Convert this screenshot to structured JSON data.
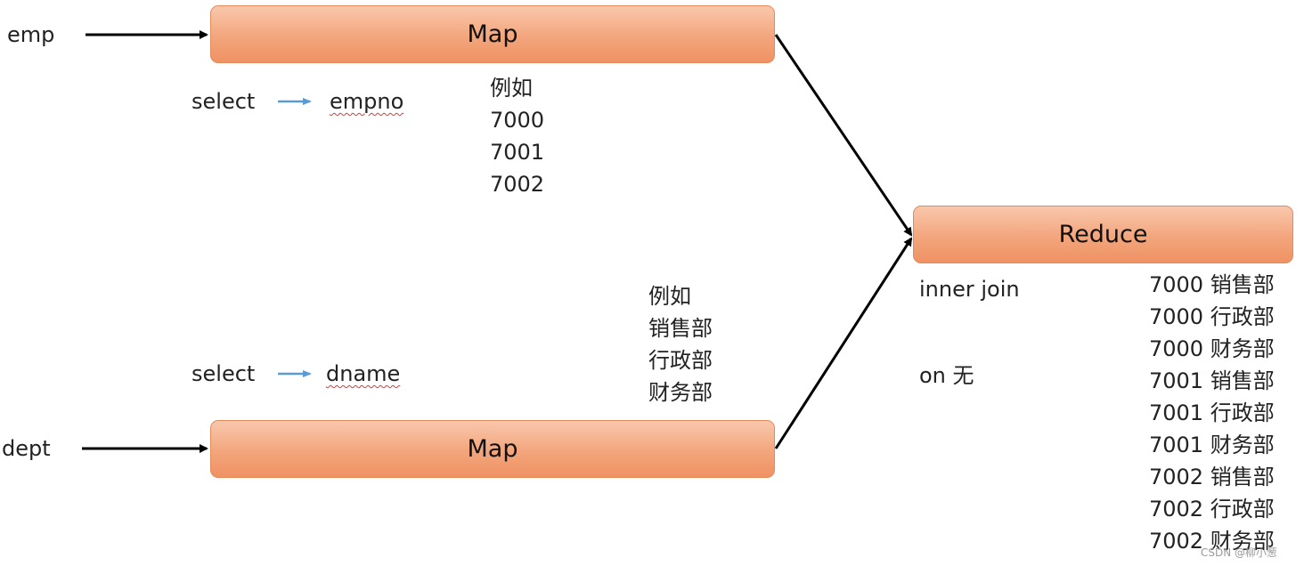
{
  "inputs": {
    "emp": "emp",
    "dept": "dept"
  },
  "map_top": {
    "label": "Map",
    "select": "select",
    "field": "empno",
    "example_title": "例如",
    "example_values": [
      "7000",
      "7001",
      "7002"
    ]
  },
  "map_bottom": {
    "label": "Map",
    "select": "select",
    "field": "dname",
    "example_title": "例如",
    "example_values": [
      "销售部",
      "行政部",
      "财务部"
    ]
  },
  "reduce": {
    "label": "Reduce",
    "join": "inner join",
    "on": "on 无",
    "results": [
      "7000 销售部",
      "7000 行政部",
      "7000 财务部",
      "7001 销售部",
      "7001 行政部",
      "7001 财务部",
      "7002 销售部",
      "7002 行政部",
      "7002 财务部"
    ]
  },
  "watermark": "CSDN @柳小葱",
  "colors": {
    "box_fill": "#f3a57c",
    "box_border": "#e58a5a",
    "arrow": "#000000",
    "select_arrow": "#5b9bd5"
  }
}
